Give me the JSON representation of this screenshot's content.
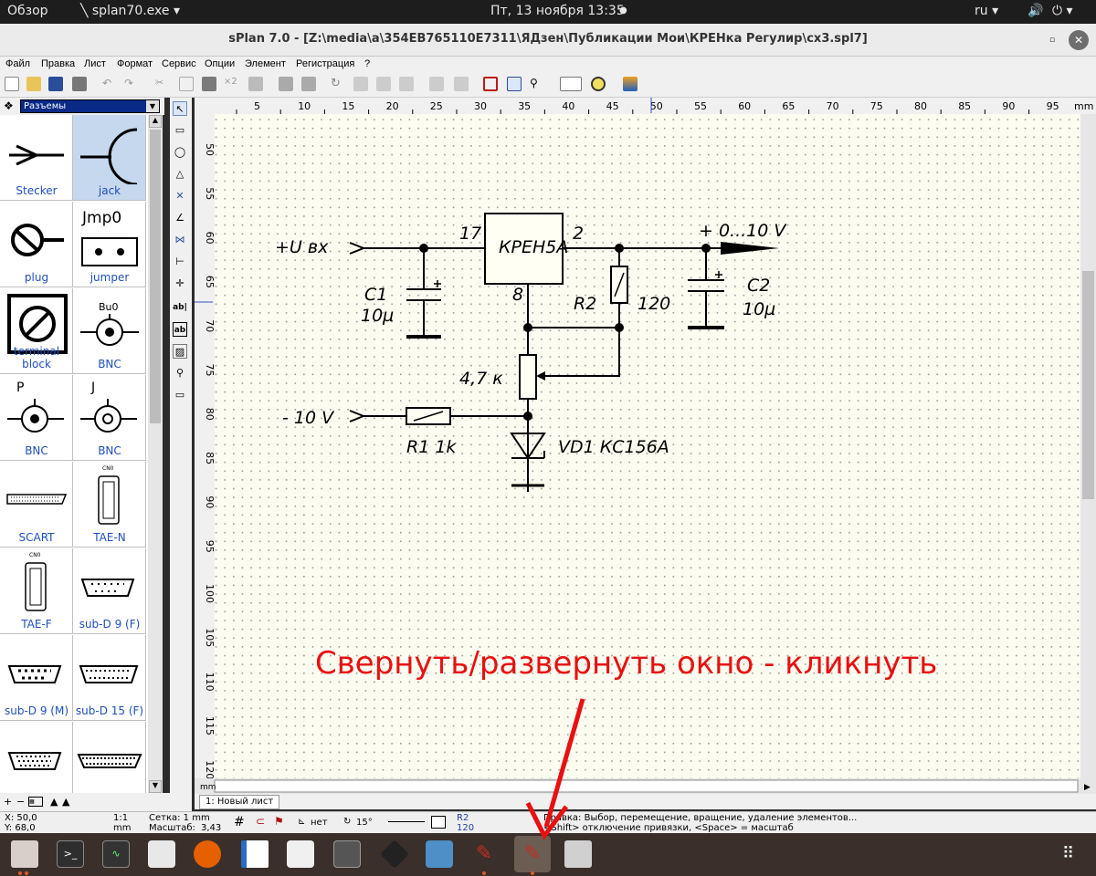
{
  "topbar": {
    "overview": "Обзор",
    "app": "splan70.exe",
    "datetime": "Пт, 13 ноября  13:35",
    "lang": "ru"
  },
  "window": {
    "title": "sPlan 7.0 - [Z:\\media\\a\\354EB765110E7311\\ЯДзен\\Публикации Мои\\КРЕНка Регулир\\cx3.spl7]"
  },
  "menu": [
    "Файл",
    "Правка",
    "Лист",
    "Формат",
    "Сервис",
    "Опции",
    "Элемент",
    "Регистрация",
    "?"
  ],
  "library": {
    "category": "Разъемы",
    "items": [
      "Stecker",
      "jack",
      "plug",
      "jumper",
      "terminal block",
      "BNC",
      "BNC",
      "BNC",
      "SCART",
      "TAE-N",
      "TAE-F",
      "sub-D 9 (F)",
      "sub-D 9 (M)",
      "sub-D 15 (F)"
    ],
    "captions": {
      "jmp": "Jmp0",
      "bu": "Bu0",
      "p": "P",
      "j": "J",
      "cn_n": "CN0",
      "cn_f": "CN0"
    }
  },
  "ruler": {
    "unit": "mm",
    "x_ticks": [
      "5",
      "10",
      "15",
      "20",
      "25",
      "30",
      "35",
      "40",
      "45",
      "50",
      "55",
      "60",
      "65",
      "70",
      "75",
      "80",
      "85",
      "90",
      "95"
    ],
    "y_ticks": [
      "50",
      "55",
      "60",
      "65",
      "70",
      "75",
      "80",
      "85",
      "90",
      "95",
      "100",
      "105",
      "110",
      "115",
      "120"
    ]
  },
  "schematic": {
    "vin": "+U вх",
    "vout": "+ 0...10  V",
    "vneg": "- 10 V",
    "ic": "КРЕН5А",
    "pin17": "17",
    "pin2": "2",
    "pin8": "8",
    "c1": "C1",
    "c1v": "10µ",
    "c2": "C2",
    "c2v": "10µ",
    "r2": "R2",
    "r2v": "120",
    "pot": "4,7 к",
    "r1": "R1  1k",
    "vd1": "VD1  КС156А"
  },
  "sheet_tab": "1: Новый лист",
  "status": {
    "x": "X: 50,0",
    "y": "Y: 68,0",
    "scale": "1:1",
    "unit": "mm",
    "grid": "Сетка: 1 mm",
    "zoom_label": "Масштаб:",
    "zoom": "3,43",
    "snap": "нет",
    "angle": "15°",
    "sel": "R2",
    "selv": "120",
    "hint1": "Правка: Выбор, перемещение, вращение, удаление элементов...",
    "hint2": "<Shift> отключение привязки, <Space> =  масштаб"
  },
  "annotation": "Свернуть/развернуть окно - кликнуть",
  "colors": {
    "accent": "#e81010",
    "selected": "#c6d8ee",
    "canvas": "#fcfcf0"
  }
}
